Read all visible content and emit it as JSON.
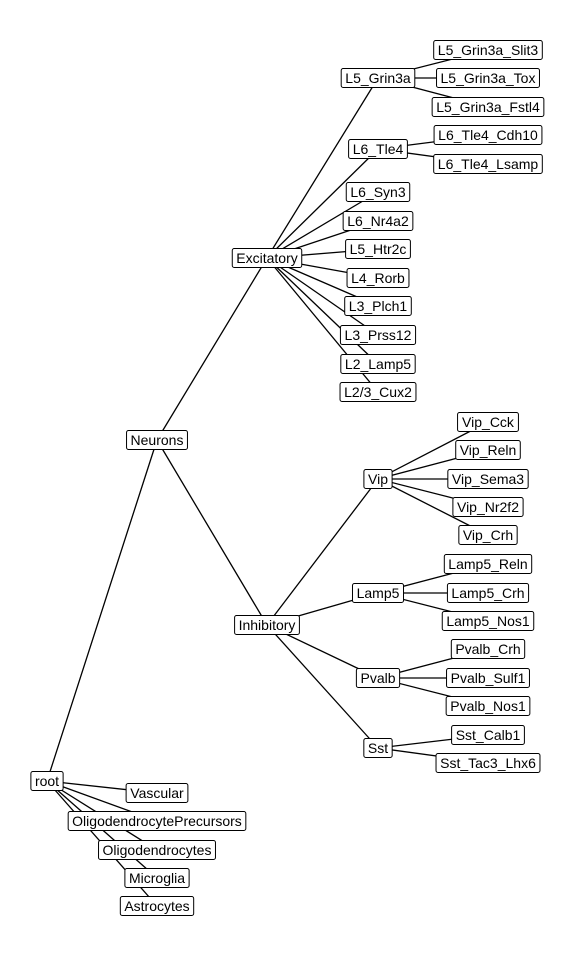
{
  "colors": {
    "background": "#ffffff",
    "line": "#000000",
    "label_border": "#000000"
  },
  "tree": [
    {
      "id": "root",
      "label": "root",
      "parent": null
    },
    {
      "id": "neurons",
      "label": "Neurons",
      "parent": "root"
    },
    {
      "id": "vascular",
      "label": "Vascular",
      "parent": "root"
    },
    {
      "id": "opc",
      "label": "OligodendrocytePrecursors",
      "parent": "root"
    },
    {
      "id": "oligo",
      "label": "Oligodendrocytes",
      "parent": "root"
    },
    {
      "id": "microglia",
      "label": "Microglia",
      "parent": "root"
    },
    {
      "id": "astro",
      "label": "Astrocytes",
      "parent": "root"
    },
    {
      "id": "excitatory",
      "label": "Excitatory",
      "parent": "neurons"
    },
    {
      "id": "inhibitory",
      "label": "Inhibitory",
      "parent": "neurons"
    },
    {
      "id": "l5grin3a",
      "label": "L5_Grin3a",
      "parent": "excitatory"
    },
    {
      "id": "l6tle4",
      "label": "L6_Tle4",
      "parent": "excitatory"
    },
    {
      "id": "l6syn3",
      "label": "L6_Syn3",
      "parent": "excitatory"
    },
    {
      "id": "l6nr4a2",
      "label": "L6_Nr4a2",
      "parent": "excitatory"
    },
    {
      "id": "l5htr2c",
      "label": "L5_Htr2c",
      "parent": "excitatory"
    },
    {
      "id": "l4rorb",
      "label": "L4_Rorb",
      "parent": "excitatory"
    },
    {
      "id": "l3plch1",
      "label": "L3_Plch1",
      "parent": "excitatory"
    },
    {
      "id": "l3prss12",
      "label": "L3_Prss12",
      "parent": "excitatory"
    },
    {
      "id": "l2lamp5",
      "label": "L2_Lamp5",
      "parent": "excitatory"
    },
    {
      "id": "l23cux2",
      "label": "L2/3_Cux2",
      "parent": "excitatory"
    },
    {
      "id": "l5grin3aslit3",
      "label": "L5_Grin3a_Slit3",
      "parent": "l5grin3a"
    },
    {
      "id": "l5grin3atox",
      "label": "L5_Grin3a_Tox",
      "parent": "l5grin3a"
    },
    {
      "id": "l5grin3afstl4",
      "label": "L5_Grin3a_Fstl4",
      "parent": "l5grin3a"
    },
    {
      "id": "l6tle4cdh10",
      "label": "L6_Tle4_Cdh10",
      "parent": "l6tle4"
    },
    {
      "id": "l6tle4lsamp",
      "label": "L6_Tle4_Lsamp",
      "parent": "l6tle4"
    },
    {
      "id": "vip",
      "label": "Vip",
      "parent": "inhibitory"
    },
    {
      "id": "lamp5",
      "label": "Lamp5",
      "parent": "inhibitory"
    },
    {
      "id": "pvalb",
      "label": "Pvalb",
      "parent": "inhibitory"
    },
    {
      "id": "sst",
      "label": "Sst",
      "parent": "inhibitory"
    },
    {
      "id": "vipcck",
      "label": "Vip_Cck",
      "parent": "vip"
    },
    {
      "id": "vipreln",
      "label": "Vip_Reln",
      "parent": "vip"
    },
    {
      "id": "vipsema3",
      "label": "Vip_Sema3",
      "parent": "vip"
    },
    {
      "id": "vipnr2f2",
      "label": "Vip_Nr2f2",
      "parent": "vip"
    },
    {
      "id": "vipcrh",
      "label": "Vip_Crh",
      "parent": "vip"
    },
    {
      "id": "lamp5reln",
      "label": "Lamp5_Reln",
      "parent": "lamp5"
    },
    {
      "id": "lamp5crh",
      "label": "Lamp5_Crh",
      "parent": "lamp5"
    },
    {
      "id": "lamp5nos1",
      "label": "Lamp5_Nos1",
      "parent": "lamp5"
    },
    {
      "id": "pvalbcrh",
      "label": "Pvalb_Crh",
      "parent": "pvalb"
    },
    {
      "id": "pvalbsulf1",
      "label": "Pvalb_Sulf1",
      "parent": "pvalb"
    },
    {
      "id": "pvalbnos1",
      "label": "Pvalb_Nos1",
      "parent": "pvalb"
    },
    {
      "id": "sstcalb1",
      "label": "Sst_Calb1",
      "parent": "sst"
    },
    {
      "id": "ssttac3lhx6",
      "label": "Sst_Tac3_Lhx6",
      "parent": "sst"
    }
  ]
}
